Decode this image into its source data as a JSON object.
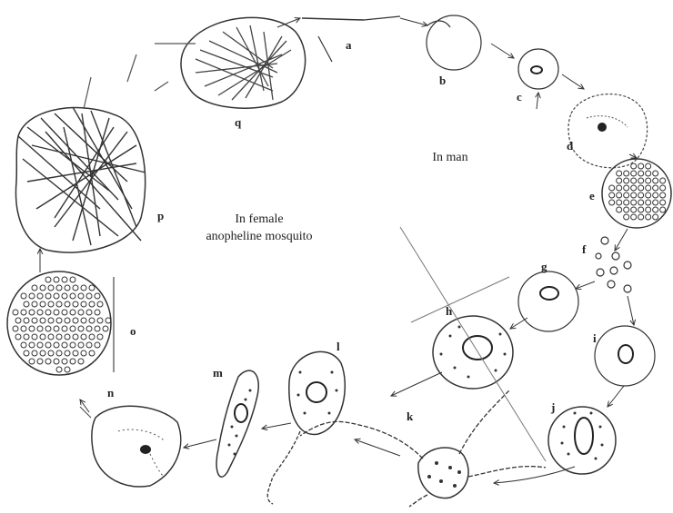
{
  "regions": {
    "in_man": "In man",
    "in_mosquito_line1": "In female",
    "in_mosquito_line2": "anopheline mosquito"
  },
  "stages": [
    {
      "id": "a",
      "label": "a"
    },
    {
      "id": "b",
      "label": "b"
    },
    {
      "id": "c",
      "label": "c"
    },
    {
      "id": "d",
      "label": "d"
    },
    {
      "id": "e",
      "label": "e"
    },
    {
      "id": "f",
      "label": "f"
    },
    {
      "id": "g",
      "label": "g"
    },
    {
      "id": "h",
      "label": "h"
    },
    {
      "id": "i",
      "label": "i"
    },
    {
      "id": "j",
      "label": "j"
    },
    {
      "id": "k",
      "label": "k"
    },
    {
      "id": "l",
      "label": "l"
    },
    {
      "id": "m",
      "label": "m"
    },
    {
      "id": "n",
      "label": "n"
    },
    {
      "id": "o",
      "label": "o"
    },
    {
      "id": "p",
      "label": "p"
    },
    {
      "id": "q",
      "label": "q"
    }
  ],
  "colors": {
    "ink": "#222222",
    "paper": "#ffffff"
  }
}
